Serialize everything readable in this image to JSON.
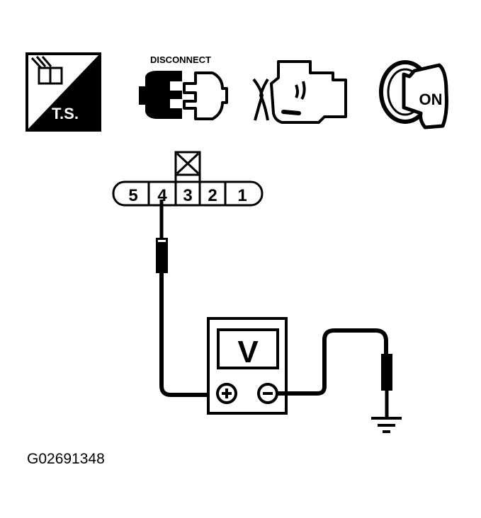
{
  "icons": {
    "ts": {
      "label": "T.S."
    },
    "disconnect": {
      "label": "DISCONNECT"
    },
    "engine": {
      "label": ""
    },
    "ignition": {
      "label": "ON"
    }
  },
  "connector": {
    "pins": [
      "5",
      "4",
      "3",
      "2",
      "1"
    ],
    "blocked_cavity": "X"
  },
  "meter": {
    "display": "V",
    "positive_terminal": "+",
    "negative_terminal": "−"
  },
  "figure_id": "G02691348",
  "colors": {
    "ink": "#000000",
    "background": "#ffffff"
  }
}
